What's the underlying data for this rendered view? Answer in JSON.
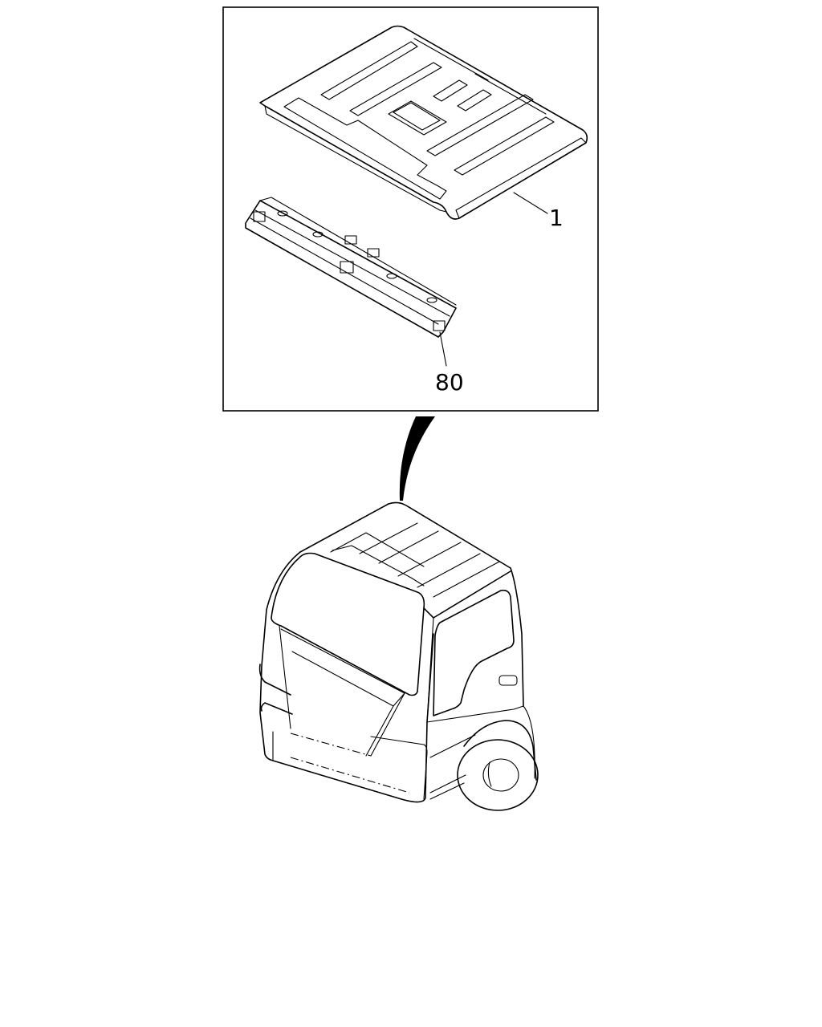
{
  "callouts": [
    {
      "id": "roof-panel",
      "label": "1"
    },
    {
      "id": "roof-rail",
      "label": "80"
    }
  ],
  "colors": {
    "ink": "#000000",
    "paper": "#ffffff"
  }
}
